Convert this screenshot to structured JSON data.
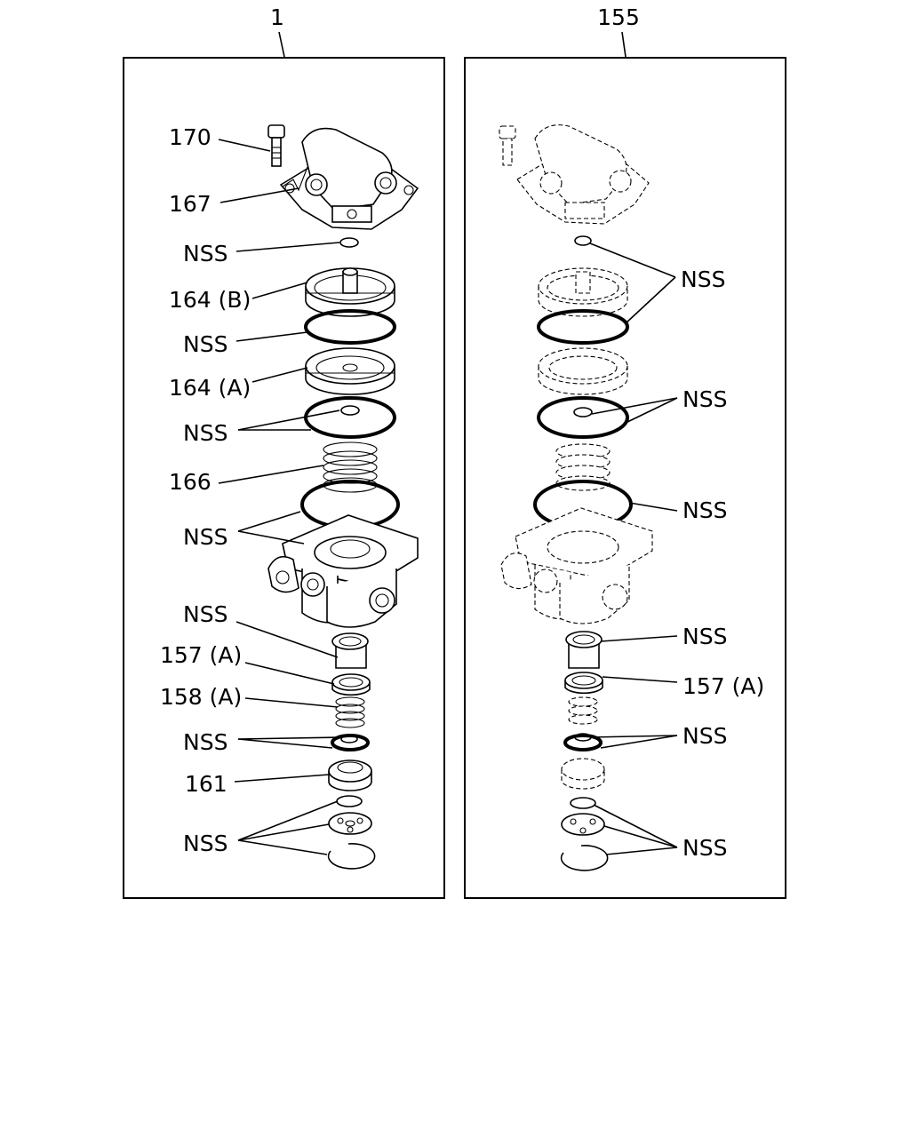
{
  "panels": [
    {
      "number": "1",
      "labels": [
        "170",
        "167",
        "NSS",
        "164 (B)",
        "NSS",
        "164 (A)",
        "NSS",
        "166",
        "NSS",
        "NSS",
        "157 (A)",
        "158 (A)",
        "NSS",
        "161",
        "NSS"
      ]
    },
    {
      "number": "155",
      "labels": [
        "NSS",
        "NSS",
        "NSS",
        "NSS",
        "157 (A)",
        "NSS",
        "NSS"
      ]
    }
  ]
}
